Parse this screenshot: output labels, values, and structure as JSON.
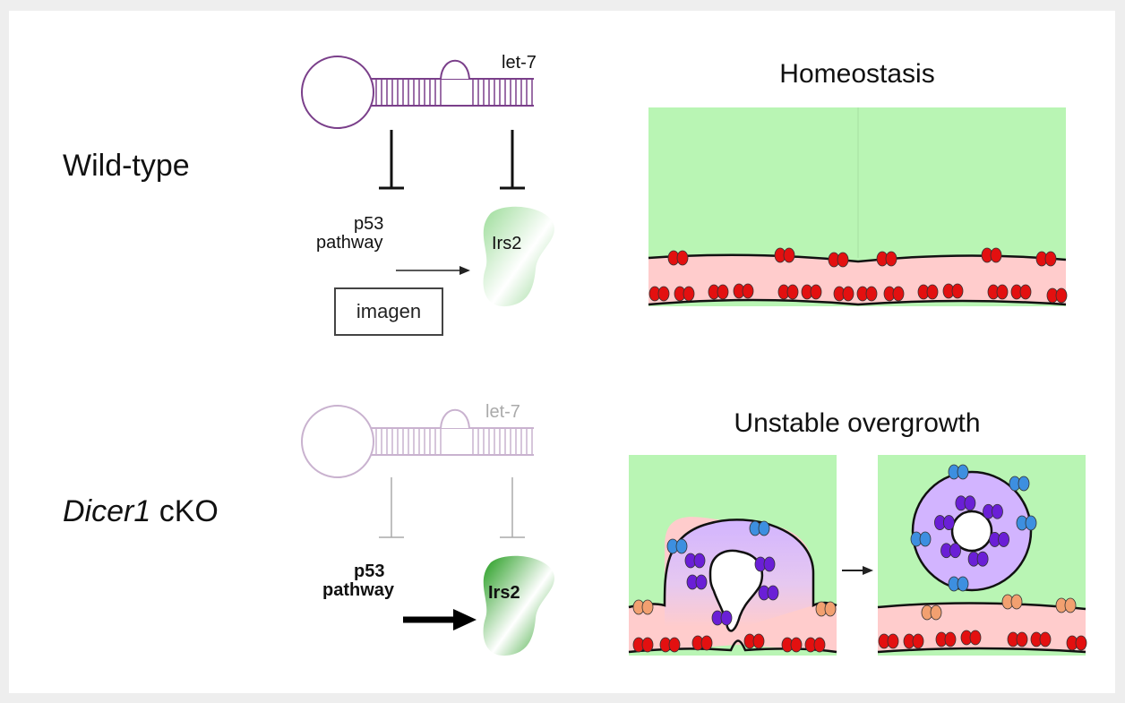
{
  "rows": {
    "wild_type": {
      "label": "Wild-type"
    },
    "dicer": {
      "label_gene": "Dicer1",
      "label_suffix": " cKO"
    }
  },
  "labels": {
    "let7_top": "let-7",
    "let7_bottom": "let-7",
    "p53_top_line1": "p53",
    "p53_top_line2": "pathway",
    "p53_bottom_line1": "p53",
    "p53_bottom_line2": "pathway",
    "irs2_top": "Irs2",
    "irs2_bottom": "Irs2",
    "homeostasis": "Homeostasis",
    "unstable": "Unstable overgrowth",
    "image_placeholder": "imagen"
  },
  "colors": {
    "background": "#ffffff",
    "frame": "#eeeeee",
    "hairpin_active": "#7a3f8a",
    "hairpin_faded": "#c9b2cf",
    "irs2_light": "#8ed48c",
    "irs2_dark": "#1f9a1a",
    "lumen": "#b9f5b4",
    "tissue_pink": "#ffcccc",
    "red_cell": "#e31010",
    "purple_bud": "#d2b4ff",
    "violet_cell": "#6a1fd6",
    "blue_cell": "#3d8fe0",
    "orange_cell": "#f2a070"
  }
}
